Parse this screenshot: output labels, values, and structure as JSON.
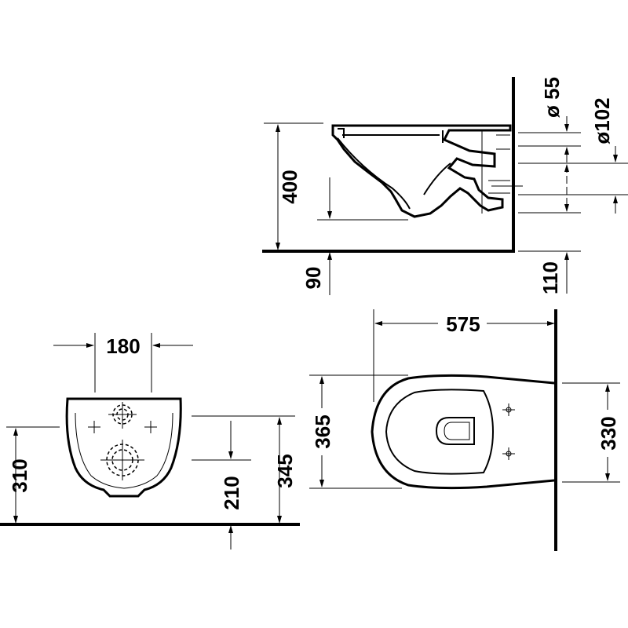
{
  "dimensions": {
    "side_height": "400",
    "floor_offset": "90",
    "pipe_55": "ø 55",
    "pipe_102": "ø102",
    "wall_offset": "110",
    "front_width": "180",
    "front_310": "310",
    "front_210": "210",
    "front_345": "345",
    "top_length": "575",
    "top_365": "365",
    "top_330": "330"
  }
}
